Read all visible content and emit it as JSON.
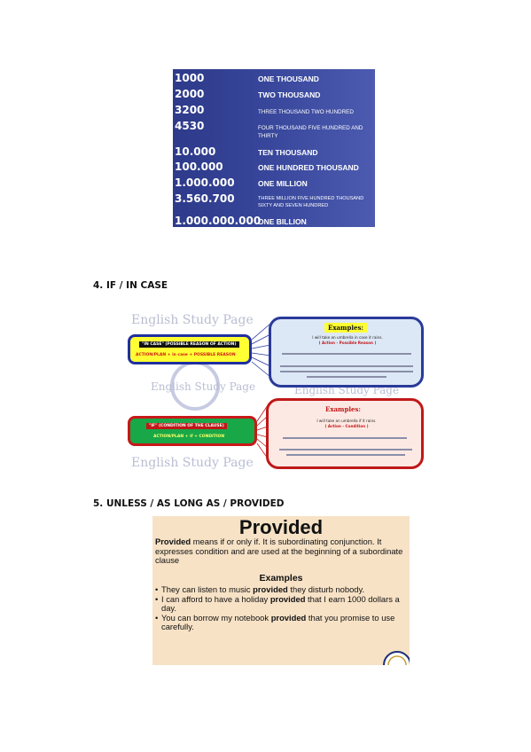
{
  "numbers_table": {
    "rows": [
      {
        "num": "1000",
        "word": "ONE THOUSAND"
      },
      {
        "num": "2000",
        "word": "TWO THOUSAND"
      },
      {
        "num": "3200",
        "word": "THREE THOUSAND TWO HUNDRED"
      },
      {
        "num": "4530",
        "word": "FOUR THOUSAND FIVE HUNDRED AND THIRTY"
      },
      {
        "num": "10.000",
        "word": "TEN THOUSAND"
      },
      {
        "num": "100.000",
        "word": "ONE HUNDRED THOUSAND"
      },
      {
        "num": "1.000.000",
        "word": "ONE MILLION"
      },
      {
        "num": "3.560.700",
        "word": "THREE MILLION FIVE HUNDRED THOUSAND SIXTY AND SEVEN HUNDRED"
      },
      {
        "num": "1.000.000.000",
        "word": "ONE BILLION"
      }
    ],
    "colors": {
      "background": "#37469a",
      "text": "#ffffff"
    }
  },
  "section4": {
    "heading": "4.  IF / IN CASE",
    "diagram": {
      "watermark": "English Study Page",
      "in_case_box": {
        "title": "\"IN CASE\" (POSSIBLE REASON OF ACTION)",
        "formula": "ACTION/PLAN + in case + POSSIBLE REASON"
      },
      "if_box": {
        "title": "\"IF\" (CONDITION OF THE CLAUSE)",
        "formula": "ACTION/PLAN + if + CONDITION"
      },
      "in_case_examples": {
        "label": "Examples:",
        "line1": "I will take an umbrella in case it rains.",
        "line2": "( Action - Possible Reason )"
      },
      "if_examples": {
        "label": "Examples:",
        "line1": "I will take an umbrella if it rains.",
        "line2": "( Action - Condition )"
      }
    }
  },
  "section5": {
    "heading": "5.  UNLESS / AS LONG AS / PROVIDED",
    "card": {
      "title": "Provided",
      "desc_keyword": "Provided",
      "desc_rest": " means if or only if. It is subordinating conjunction. It expresses condition and are used at the beginning of a subordinate clause",
      "examples_heading": "Examples",
      "examples": [
        {
          "before": "They can listen to music ",
          "keyword": "provided",
          "after": " they disturb nobody."
        },
        {
          "before": "I can afford to have a holiday ",
          "keyword": "provided",
          "after": " that I earn 1000 dollars a day."
        },
        {
          "before": "You can borrow my notebook ",
          "keyword": "provided",
          "after": " that you promise to use carefully."
        }
      ],
      "colors": {
        "background": "#f7e2c6"
      }
    }
  }
}
